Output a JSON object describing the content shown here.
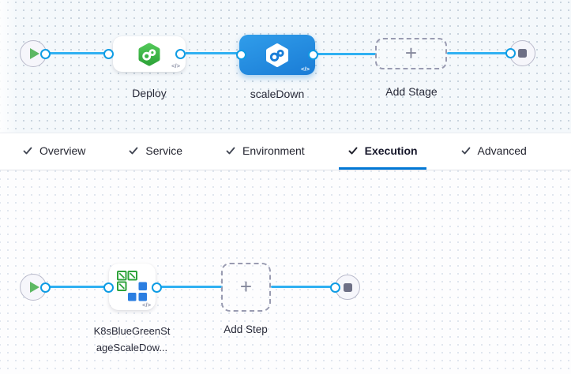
{
  "colors": {
    "accent_blue": "#0278d5",
    "connector_blue": "#2fb0f2",
    "selected_stage_blue": "#1e88e0",
    "deploy_icon_green": "#3fae49",
    "play_icon_green": "#5db863",
    "stop_icon_gray": "#6e7086"
  },
  "ui": {
    "plus_glyph": "+",
    "code_badge": "</>"
  },
  "stage_pipeline": {
    "start_node": "pipeline-start",
    "stop_node": "pipeline-stop",
    "stages": [
      {
        "label": "Deploy",
        "icon": "harness-cd-hexagon-green",
        "selected": false
      },
      {
        "label": "scaleDown",
        "icon": "harness-cd-hexagon-white-on-blue",
        "selected": true
      },
      {
        "label": "Add Stage",
        "icon": "plus-icon",
        "type": "add-button"
      }
    ]
  },
  "tabs": {
    "active": "Execution",
    "items": [
      {
        "label": "Overview",
        "checked": true
      },
      {
        "label": "Service",
        "checked": true
      },
      {
        "label": "Environment",
        "checked": true
      },
      {
        "label": "Execution",
        "checked": true
      },
      {
        "label": "Advanced",
        "checked": true
      }
    ]
  },
  "execution_graph": {
    "start_node": "execution-start",
    "stop_node": "execution-stop",
    "steps": [
      {
        "label": "K8sBlueGreenStageScaleDow...",
        "icon": "k8s-blue-green-icon"
      },
      {
        "label": "Add Step",
        "icon": "plus-icon",
        "type": "add-button"
      }
    ]
  }
}
